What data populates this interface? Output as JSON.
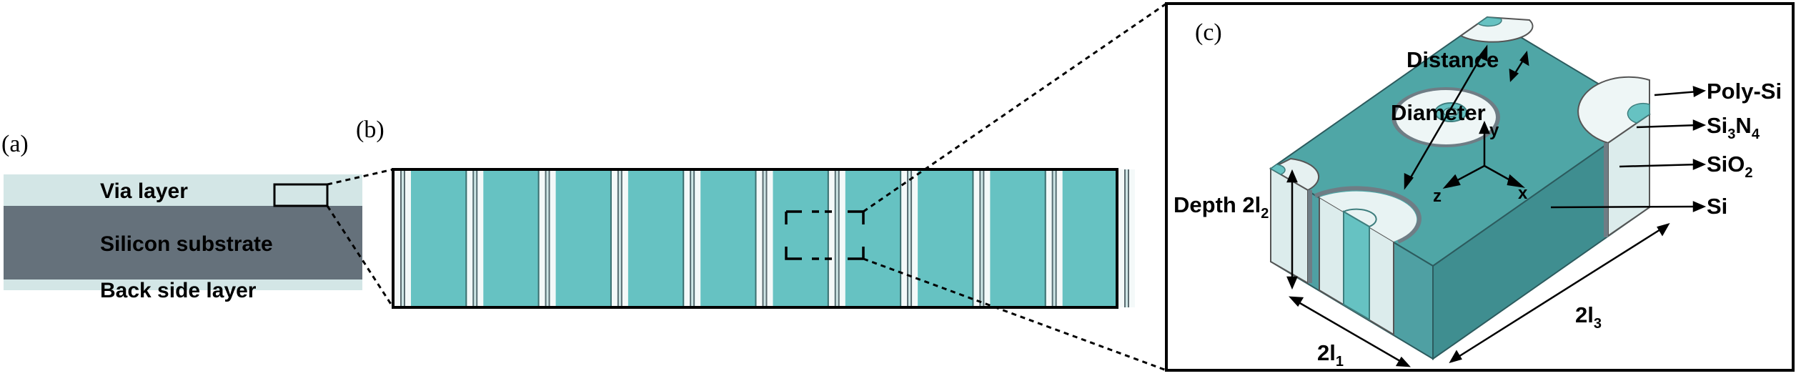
{
  "panel_a": {
    "label": "(a)",
    "via_layer": "Via layer",
    "substrate": "Silicon substrate",
    "back_side": "Back side layer"
  },
  "panel_b": {
    "label": "(b)"
  },
  "panel_c": {
    "label": "(c)",
    "distance": "Distance",
    "diameter": "Diameter",
    "axis_y": "y",
    "axis_x": "x",
    "axis_z": "z",
    "depth_text": "Depth 2l",
    "depth_sub": "2",
    "width1_text": "2l",
    "width1_sub": "1",
    "width3_text": "2l",
    "width3_sub": "3",
    "poly_si": "Poly-Si",
    "si3n4_a": "Si",
    "si3n4_sub1": "3",
    "si3n4_b": "N",
    "si3n4_sub2": "4",
    "sio2_a": "SiO",
    "sio2_sub": "2",
    "si": "Si"
  },
  "colors": {
    "via": "#d3e6e6",
    "substrate": "#65717b",
    "teal_top": "#4fa6a6",
    "teal_front": "#4fa0a3",
    "teal_right": "#3f8e90",
    "strip": "#66c2c2"
  }
}
